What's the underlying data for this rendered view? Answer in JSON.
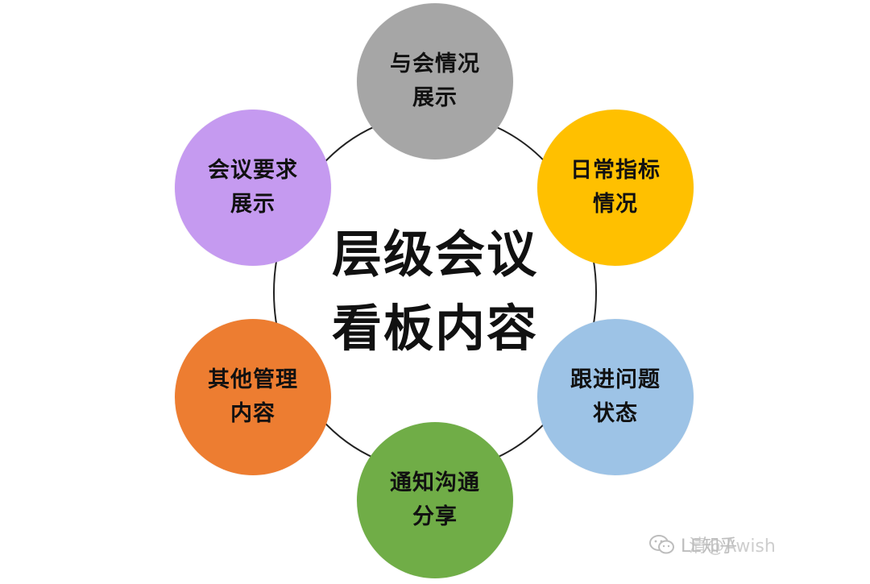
{
  "center": {
    "line1": "层级会议",
    "line2": "看板内容"
  },
  "nodes": [
    {
      "line1": "与会情况",
      "line2": "展示",
      "color": "#a6a6a6"
    },
    {
      "line1": "日常指标",
      "line2": "情况",
      "color": "#ffc000"
    },
    {
      "line1": "跟进问题",
      "line2": "状态",
      "color": "#9dc3e6"
    },
    {
      "line1": "通知沟通",
      "line2": "分享",
      "color": "#70ad47"
    },
    {
      "line1": "其他管理",
      "line2": "内容",
      "color": "#ed7d31"
    },
    {
      "line1": "会议要求",
      "line2": "展示",
      "color": "#c59af0"
    }
  ],
  "colors": {
    "ring": "#222222",
    "text": "#111111"
  },
  "watermark": {
    "icon": "wechat-icon",
    "text": "LE知乎",
    "text2": "清@Awish"
  }
}
